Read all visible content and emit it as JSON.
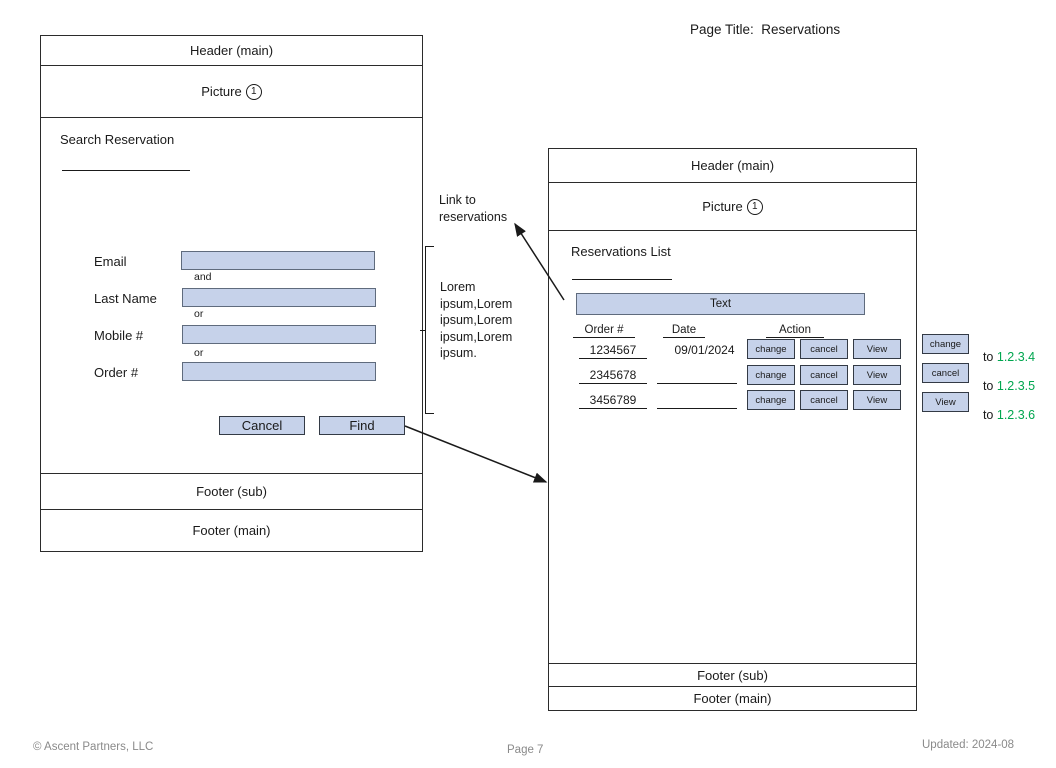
{
  "page": {
    "title_prefix": "Page Title:",
    "title": "Reservations",
    "title_full": "Page Title:  Reservations"
  },
  "accent": {
    "fill_blue": "#c6d2ea",
    "border_blue": "#5f6b7d",
    "reference_green": "#00a64f",
    "frame_stroke": "#2b2b2b",
    "footer_gray": "#8a8a8a"
  },
  "left_screen": {
    "name": "Search Reservation screen",
    "header_main": "Header (main)",
    "picture": "Picture",
    "picture_badge": "1",
    "section_title": "Search Reservation",
    "fields": [
      {
        "label": "Email",
        "value": "",
        "conjunction_below": "and"
      },
      {
        "label": "Last Name",
        "value": "",
        "conjunction_below": "or"
      },
      {
        "label": "Mobile #",
        "value": "",
        "conjunction_below": "or"
      },
      {
        "label": "Order #",
        "value": "",
        "conjunction_below": ""
      }
    ],
    "buttons": [
      {
        "label": "Cancel"
      },
      {
        "label": "Find"
      }
    ],
    "footer_sub": "Footer (sub)",
    "footer_main": "Footer (main)"
  },
  "right_screen": {
    "name": "Reservations List screen",
    "header_main": "Header (main)",
    "picture": "Picture",
    "picture_badge": "1",
    "section_title": "Reservations List",
    "text_bar": "Text",
    "table": {
      "columns": [
        "Order #",
        "Date",
        "Action"
      ],
      "rows": [
        {
          "order": "1234567",
          "date": "09/01/2024",
          "actions": [
            "change",
            "cancel",
            "View"
          ]
        },
        {
          "order": "2345678",
          "date": "",
          "actions": [
            "change",
            "cancel",
            "View"
          ]
        },
        {
          "order": "3456789",
          "date": "",
          "actions": [
            "change",
            "cancel",
            "View"
          ]
        }
      ]
    },
    "footer_sub": "Footer (sub)",
    "footer_main": "Footer (main)"
  },
  "annotations": {
    "link_to_reservations": "Link to\nreservations",
    "link_line1": "Link to",
    "link_line2": "reservations",
    "lorem": "Lorem ipsum,Lorem ipsum,Lorem ipsum,Lorem ipsum."
  },
  "legend": {
    "connector": "to",
    "items": [
      {
        "button": "change",
        "connector": "to",
        "reference": "1.2.3.4"
      },
      {
        "button": "cancel",
        "connector": "to",
        "reference": "1.2.3.5"
      },
      {
        "button": "View",
        "connector": "to",
        "reference": "1.2.3.6"
      }
    ]
  },
  "page_footer": {
    "copyright": "© Ascent Partners, LLC",
    "page_number": "Page 7",
    "updated": "Updated: 2024-08"
  }
}
